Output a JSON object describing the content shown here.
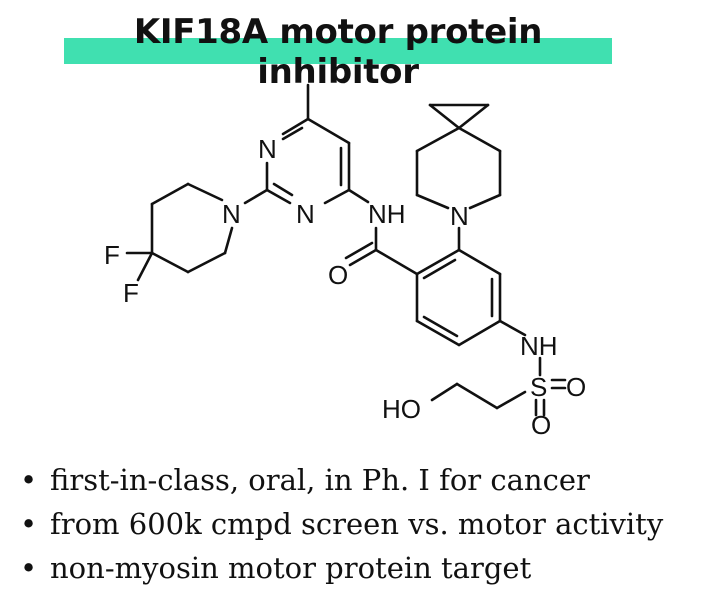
{
  "title": "KIF18A motor protein inhibitor",
  "colors": {
    "highlight": "#40e0b0",
    "text": "#111111"
  },
  "molecule": {
    "atoms": {
      "n_pyr_top": "N",
      "n_pyr_bot": "N",
      "n_pip_left": "N",
      "nh_amide": "NH",
      "o_carbonyl": "O",
      "n_spiro": "N",
      "nh_sulfonamide": "NH",
      "sulfur": "S",
      "o_s_right": "O",
      "o_s_bottom": "O",
      "ho": "HO",
      "f1": "F",
      "f2": "F"
    }
  },
  "bullets": [
    "first-in-class, oral, in Ph. I for cancer",
    "from 600k cmpd screen vs. motor activity",
    "non-myosin motor protein target"
  ],
  "bullet_glyph": "•"
}
